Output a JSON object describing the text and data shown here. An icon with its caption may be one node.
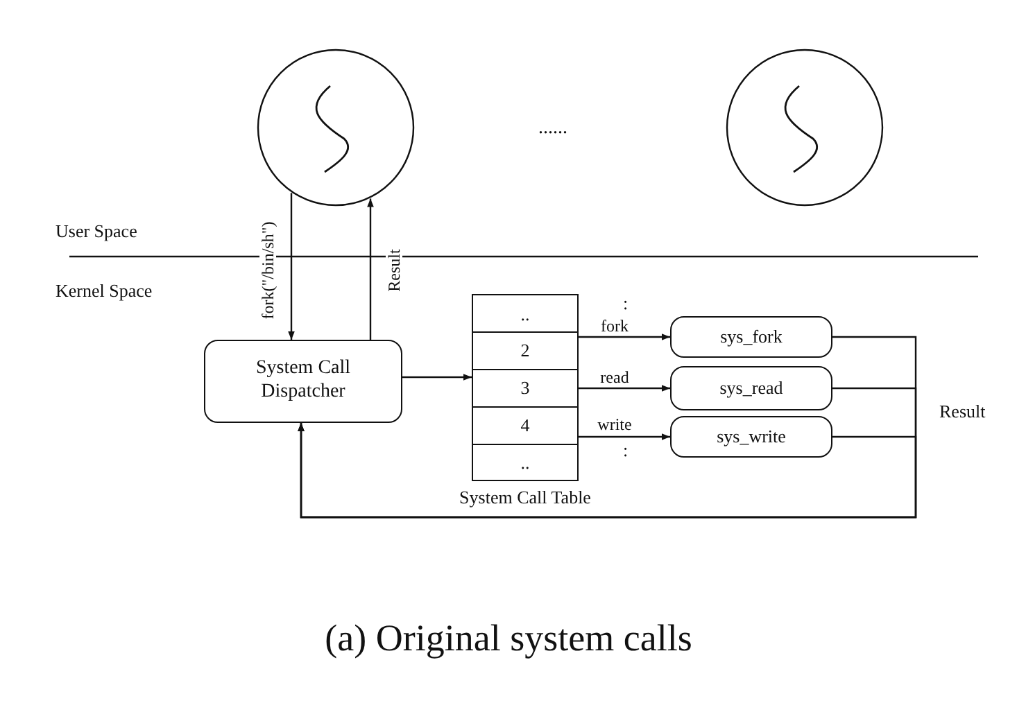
{
  "diagram": {
    "caption": "(a) Original system calls",
    "nodes": [
      {
        "text": [],
        "shape": "circle"
      },
      {
        "text": [],
        "shape": "circle"
      },
      {
        "text": [
          "System Call Dispatcher"
        ]
      },
      {
        "text": [
          "System Call Table"
        ]
      },
      {
        "text": [
          ".."
        ],
        "in": 3
      },
      {
        "text": [
          "2"
        ],
        "in": 3
      },
      {
        "text": [
          "3"
        ],
        "in": 3
      },
      {
        "text": [
          "4"
        ],
        "in": 3
      },
      {
        "text": [
          ".."
        ],
        "in": 3
      },
      {
        "text": [
          "sys_fork"
        ]
      },
      {
        "text": [
          "sys_read"
        ]
      },
      {
        "text": [
          "sys_write"
        ]
      }
    ],
    "edges": [
      {
        "from": 0,
        "to": 2,
        "arrow": "to",
        "label": "fork(\"/bin/sh\")"
      },
      {
        "from": 2,
        "to": 0,
        "arrow": "to",
        "label": "Result"
      },
      {
        "from": 2,
        "to": 3,
        "arrow": "to"
      },
      {
        "from": 5,
        "to": 9,
        "arrow": "to",
        "label": "fork"
      },
      {
        "from": 6,
        "to": 10,
        "arrow": "to",
        "label": "read"
      },
      {
        "from": 7,
        "to": 11,
        "arrow": "to",
        "label": "write"
      },
      {
        "from": 9,
        "to": 2,
        "arrow": "to"
      },
      {
        "from": 10,
        "to": 2,
        "arrow": "to"
      },
      {
        "from": 11,
        "to": 2,
        "arrow": "to"
      }
    ],
    "labels": [
      "......",
      "User Space",
      "Kernel Space",
      ":",
      ":",
      "Result"
    ]
  }
}
